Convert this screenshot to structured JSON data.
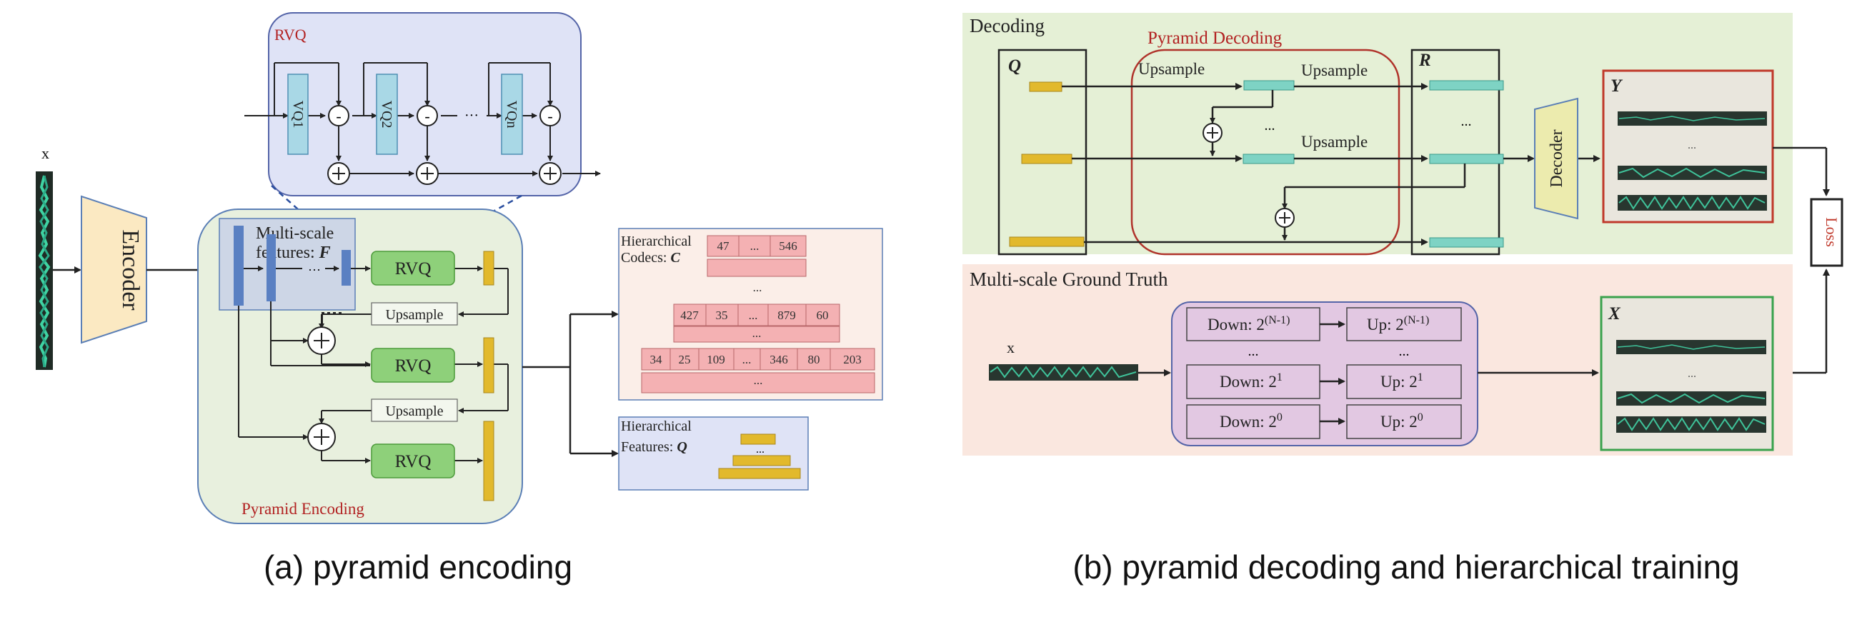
{
  "input_x": "x",
  "encoder": "Encoder",
  "rvq_panel": {
    "title": "RVQ",
    "vq": [
      "VQ1",
      "VQ2",
      "VQn"
    ],
    "minus": "-",
    "ellipsis": "···"
  },
  "pyramid_encoding": {
    "title": "Pyramid Encoding",
    "multiscale_line1": "Multi-scale",
    "multiscale_line2": "features: ",
    "multiscale_symbol": "F",
    "rvq_label": "RVQ",
    "upsample_label": "Upsample",
    "ellipsis": "···"
  },
  "codecs": {
    "title_line1": "Hierarchical",
    "title_line2": "Codecs: ",
    "symbol": "C",
    "row1": [
      "47",
      "...",
      "546"
    ],
    "row2": [
      "427",
      "35",
      "...",
      "879",
      "60"
    ],
    "row3": [
      "34",
      "25",
      "109",
      "...",
      "346",
      "80",
      "203"
    ],
    "dots": "..."
  },
  "features_q": {
    "title_line1": "Hierarchical",
    "title_line2": "Features: ",
    "symbol": "Q",
    "dots": "..."
  },
  "decoding": {
    "title": "Decoding",
    "pyramid_title": "Pyramid Decoding",
    "q_symbol": "Q",
    "r_symbol": "R",
    "y_symbol": "Y",
    "upsample": "Upsample",
    "dots": "...",
    "decoder": "Decoder"
  },
  "loss": "Loss",
  "ground_truth": {
    "title": "Multi-scale Ground Truth",
    "x_label": "x",
    "x_symbol": "X",
    "down_labels": [
      "Down: 2(N-1)",
      "Down: 21",
      "Down: 20"
    ],
    "up_labels": [
      "Up: 2(N-1)",
      "Up: 21",
      "Up: 20"
    ],
    "dots": "..."
  },
  "captions": {
    "a": "(a) pyramid encoding",
    "b": "(b) pyramid decoding and hierarchical training"
  },
  "colors": {
    "rvq_panel": "#dfe3f6",
    "pyramid_bg": "#e8f0de",
    "rvq_green": "#8ed07a",
    "yellow_feat": "#e2b92c",
    "blue_feat": "#5a80c2",
    "codec_pink": "#f4b1b3",
    "decode_bg": "#e5f0d6",
    "gt_bg": "#fae7df",
    "teal_bar": "#7ed3c4",
    "red_frame": "#c0392b",
    "green_frame": "#3aa24d",
    "purple_box": "#e2c8e2"
  }
}
